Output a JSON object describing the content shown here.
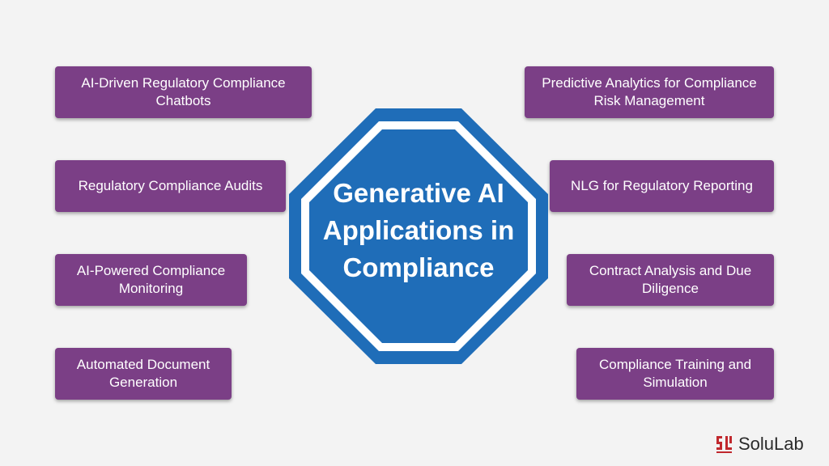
{
  "center_title": "Generative AI Applications in Compliance",
  "left_items": [
    "AI-Driven Regulatory Compliance Chatbots",
    "Regulatory Compliance Audits",
    "AI-Powered Compliance Monitoring",
    "Automated Document Generation"
  ],
  "right_items": [
    "Predictive Analytics for Compliance Risk Management",
    "NLG for Regulatory Reporting",
    "Contract Analysis and Due Diligence",
    "Compliance Training and Simulation"
  ],
  "brand": "SoluLab",
  "colors": {
    "box": "#7b3f86",
    "octagon_fill": "#1f6db8",
    "octagon_ring": "#ffffff",
    "background": "#f3f3f3",
    "logo_mark": "#c0282d"
  }
}
